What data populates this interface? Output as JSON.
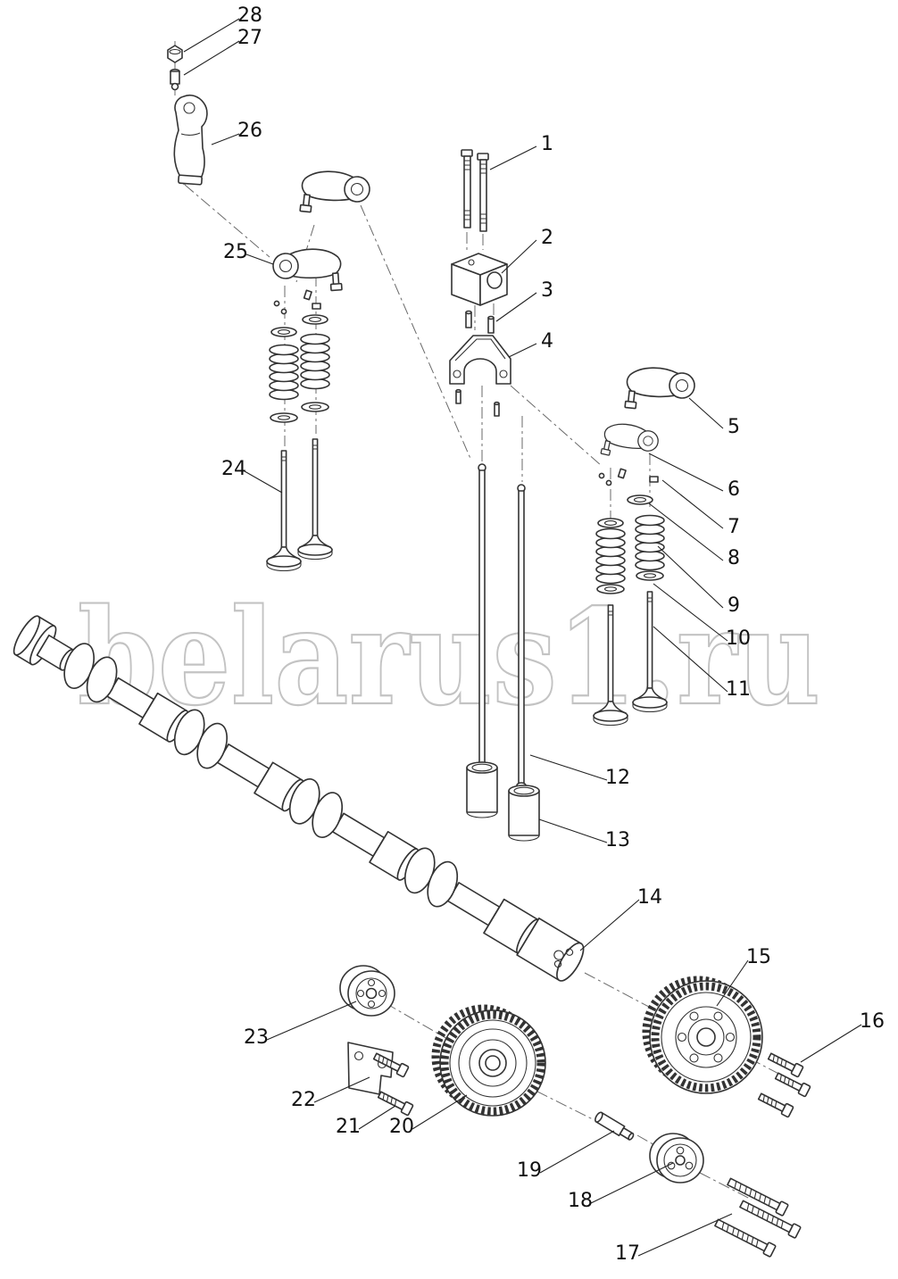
{
  "watermark": {
    "text": "belarus1.ru"
  },
  "colors": {
    "line": "#333333",
    "watermark": "#c3c3c3",
    "background": "#ffffff"
  },
  "callouts": [
    {
      "num": "1"
    },
    {
      "num": "2"
    },
    {
      "num": "3"
    },
    {
      "num": "4"
    },
    {
      "num": "5"
    },
    {
      "num": "6"
    },
    {
      "num": "7"
    },
    {
      "num": "8"
    },
    {
      "num": "9"
    },
    {
      "num": "10"
    },
    {
      "num": "11"
    },
    {
      "num": "12"
    },
    {
      "num": "13"
    },
    {
      "num": "14"
    },
    {
      "num": "15"
    },
    {
      "num": "16"
    },
    {
      "num": "17"
    },
    {
      "num": "18"
    },
    {
      "num": "19"
    },
    {
      "num": "20"
    },
    {
      "num": "21"
    },
    {
      "num": "22"
    },
    {
      "num": "23"
    },
    {
      "num": "24"
    },
    {
      "num": "25"
    },
    {
      "num": "26"
    },
    {
      "num": "27"
    },
    {
      "num": "28"
    }
  ]
}
